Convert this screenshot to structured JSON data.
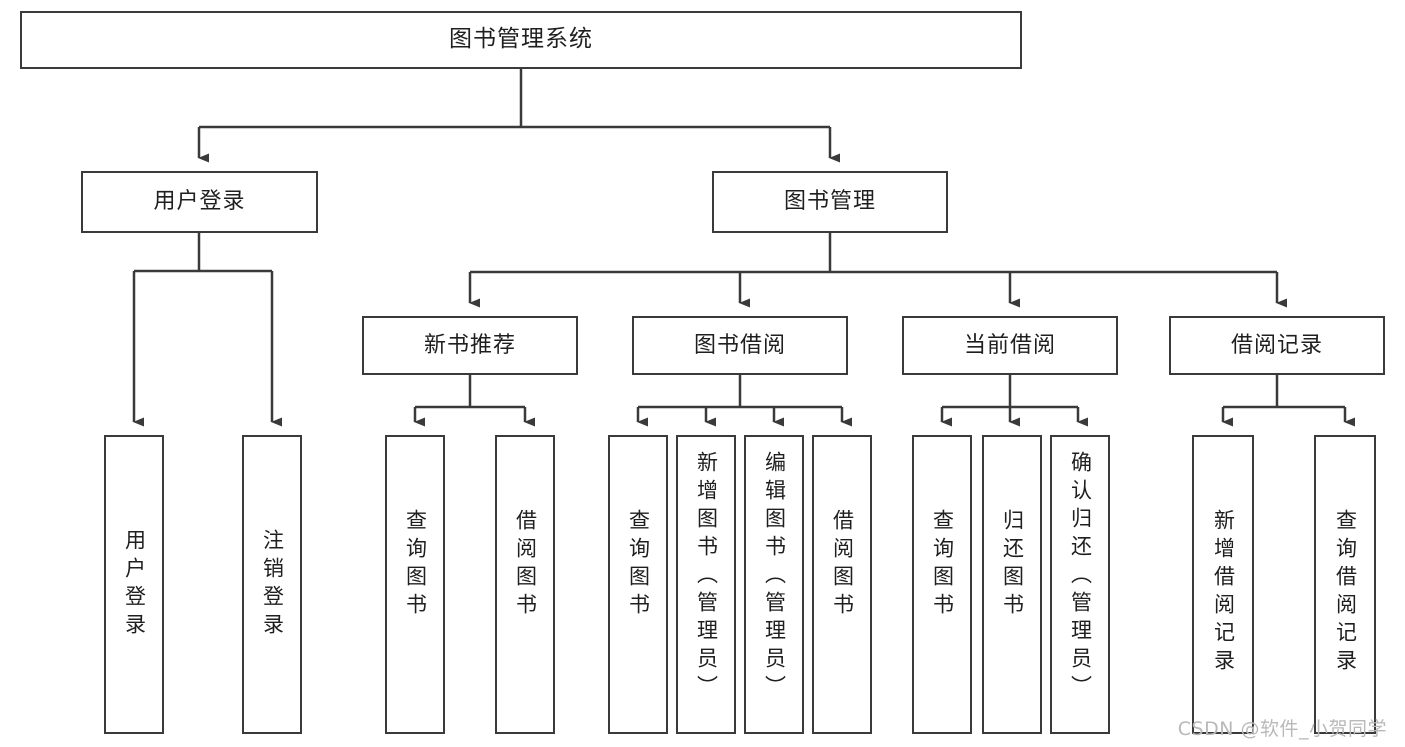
{
  "diagram": {
    "title": "图书管理系统",
    "type": "hierarchy-tree",
    "root": {
      "label": "图书管理系统"
    },
    "level2": [
      {
        "label": "用户登录"
      },
      {
        "label": "图书管理"
      }
    ],
    "level3": [
      {
        "label": "新书推荐"
      },
      {
        "label": "图书借阅"
      },
      {
        "label": "当前借阅"
      },
      {
        "label": "借阅记录"
      }
    ],
    "leaves": {
      "user_login": [
        {
          "label": "用户登录"
        },
        {
          "label": "注销登录"
        }
      ],
      "new_book_recommend": [
        {
          "label": "查询图书"
        },
        {
          "label": "借阅图书"
        }
      ],
      "book_borrow": [
        {
          "label": "查询图书"
        },
        {
          "label": "新增图书（管理员）"
        },
        {
          "label": "编辑图书（管理员）"
        },
        {
          "label": "借阅图书"
        }
      ],
      "current_borrow": [
        {
          "label": "查询图书"
        },
        {
          "label": "归还图书"
        },
        {
          "label": "确认归还（管理员）"
        }
      ],
      "borrow_record": [
        {
          "label": "新增借阅记录"
        },
        {
          "label": "查询借阅记录"
        }
      ]
    }
  },
  "watermark": {
    "text": "CSDN @软件_小贺同学"
  },
  "colors": {
    "stroke": "#3a3a3a",
    "text": "#1f1f1f",
    "background": "#ffffff",
    "watermark": "#b9b9b9"
  }
}
